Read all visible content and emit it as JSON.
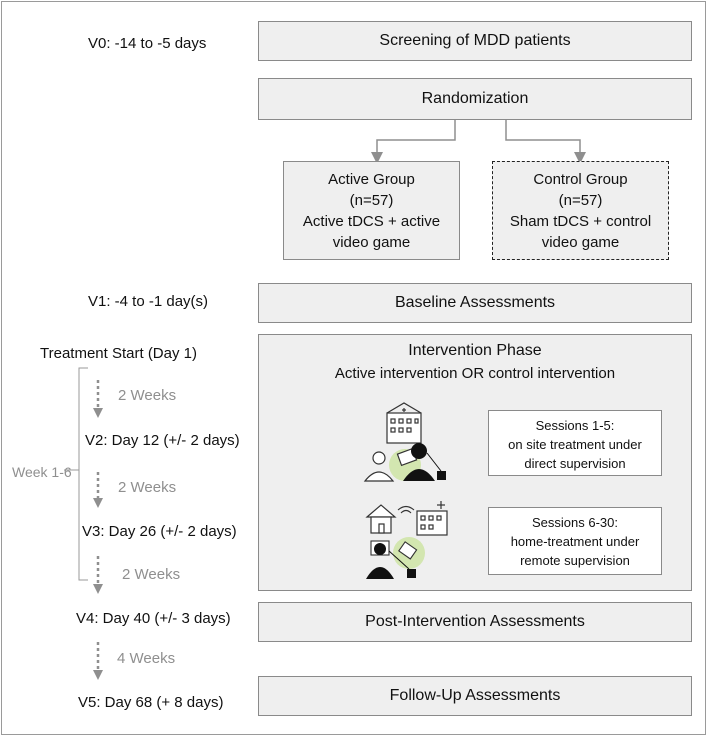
{
  "visits": {
    "v0": "V0: -14 to -5 days",
    "v1": "V1: -4 to -1 day(s)",
    "start": "Treatment Start (Day 1)",
    "v2": "V2: Day 12 (+/- 2 days)",
    "v3": "V3: Day 26 (+/- 2 days)",
    "v4": "V4: Day 40 (+/- 3 days)",
    "v5": "V5: Day 68 (+ 8 days)"
  },
  "intervals": {
    "i1": "2 Weeks",
    "i2": "2 Weeks",
    "i3": "2 Weeks",
    "i4": "4 Weeks",
    "week_bracket": "Week 1-6"
  },
  "boxes": {
    "screening": "Screening of MDD patients",
    "randomization": "Randomization",
    "baseline": "Baseline Assessments",
    "post": "Post-Intervention Assessments",
    "followup": "Follow-Up Assessments"
  },
  "active_group": {
    "line1": "Active Group",
    "line2": "(n=57)",
    "line3": "Active tDCS + active",
    "line4": "video game"
  },
  "control_group": {
    "line1": "Control Group",
    "line2": "(n=57)",
    "line3": "Sham tDCS + control",
    "line4": "video game"
  },
  "intervention": {
    "title": "Intervention Phase",
    "subtitle": "Active intervention OR control intervention",
    "session1": {
      "line1": "Sessions 1-5:",
      "line2": "on site treatment under",
      "line3": "direct supervision"
    },
    "session2": {
      "line1": "Sessions 6-30:",
      "line2": "home-treatment  under",
      "line3": "remote supervision"
    }
  },
  "colors": {
    "box_fill": "#efefef",
    "box_border": "#8a8a8a",
    "arrow": "#8f8f8f",
    "accent_green": "#b9d98a"
  },
  "icons": [
    "hospital-icon",
    "patient-icon",
    "doctor-icon",
    "home-icon",
    "wifi-icon",
    "tablet-icon",
    "electrode-icon"
  ]
}
